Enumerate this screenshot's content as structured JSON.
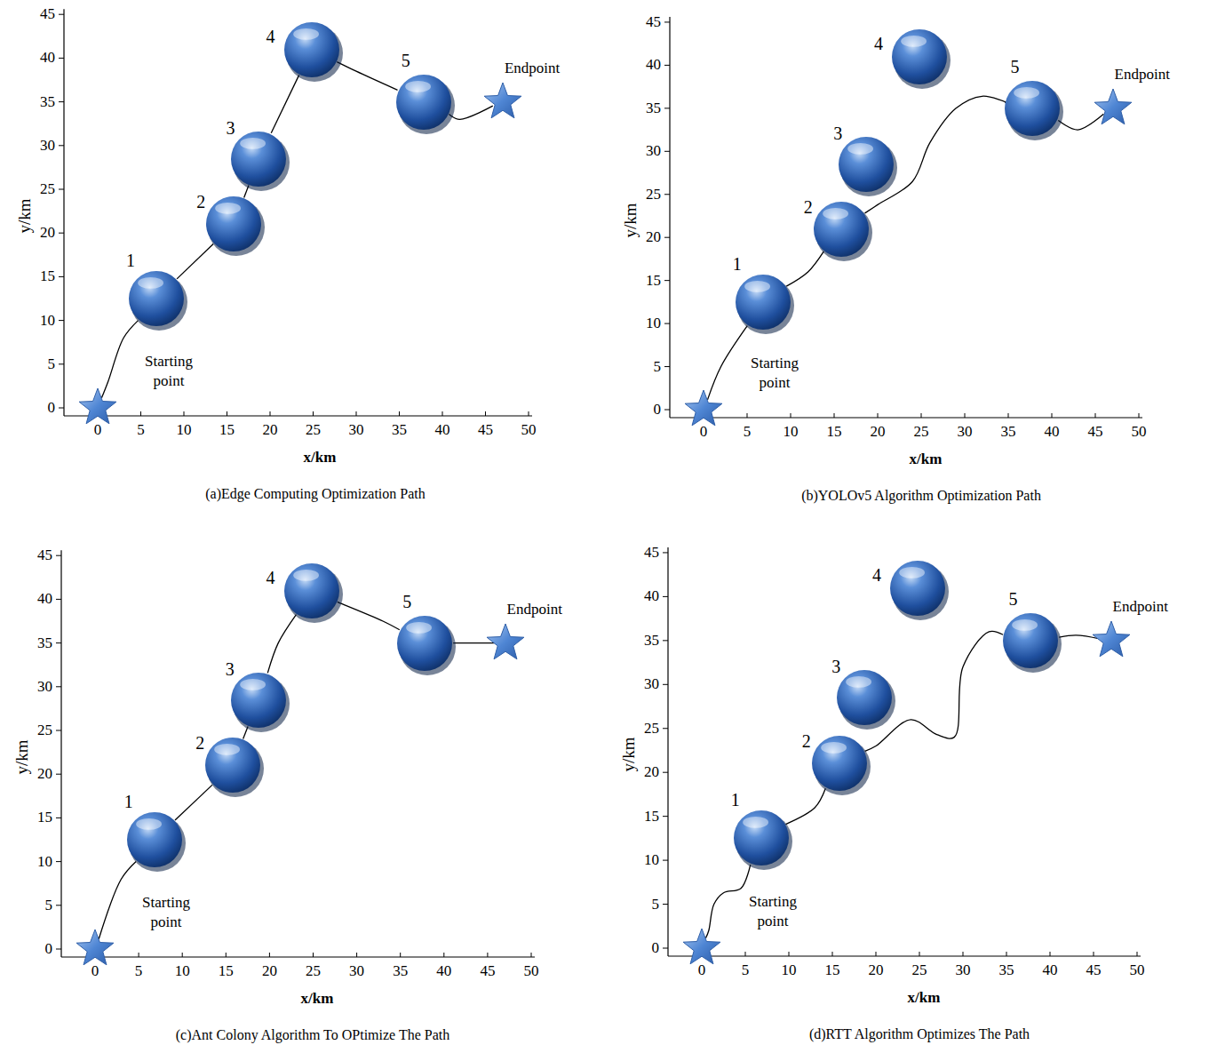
{
  "diagram": {
    "nodes": [
      {
        "text": [
          "Starting point"
        ]
      },
      {
        "text": [
          "1"
        ]
      },
      {
        "text": [
          "2"
        ]
      },
      {
        "text": [
          "3"
        ]
      },
      {
        "text": [
          "4"
        ]
      },
      {
        "text": [
          "5"
        ]
      },
      {
        "text": [
          "Endpoint"
        ]
      },
      {
        "text": [
          "Starting point"
        ]
      },
      {
        "text": [
          "1"
        ]
      },
      {
        "text": [
          "2"
        ]
      },
      {
        "text": [
          "3"
        ]
      },
      {
        "text": [
          "4"
        ]
      },
      {
        "text": [
          "5"
        ]
      },
      {
        "text": [
          "Endpoint"
        ]
      },
      {
        "text": [
          "Starting point"
        ]
      },
      {
        "text": [
          "1"
        ]
      },
      {
        "text": [
          "2"
        ]
      },
      {
        "text": [
          "3"
        ]
      },
      {
        "text": [
          "4"
        ]
      },
      {
        "text": [
          "5"
        ]
      },
      {
        "text": [
          "Endpoint"
        ]
      },
      {
        "text": [
          "Starting point"
        ]
      },
      {
        "text": [
          "1"
        ]
      },
      {
        "text": [
          "2"
        ]
      },
      {
        "text": [
          "3"
        ]
      },
      {
        "text": [
          "4"
        ]
      },
      {
        "text": [
          "5"
        ]
      },
      {
        "text": [
          "Endpoint"
        ]
      }
    ],
    "edges": [
      {
        "from": 0,
        "to": 1,
        "arrow": "none"
      },
      {
        "from": 1,
        "to": 2,
        "arrow": "none"
      },
      {
        "from": 2,
        "to": 3,
        "arrow": "none"
      },
      {
        "from": 3,
        "to": 4,
        "arrow": "none"
      },
      {
        "from": 4,
        "to": 5,
        "arrow": "none"
      },
      {
        "from": 5,
        "to": 6,
        "arrow": "none"
      },
      {
        "from": 7,
        "to": 8,
        "arrow": "none"
      },
      {
        "from": 8,
        "to": 9,
        "arrow": "none"
      },
      {
        "from": 9,
        "to": 12,
        "arrow": "none"
      },
      {
        "from": 12,
        "to": 13,
        "arrow": "none"
      },
      {
        "from": 14,
        "to": 15,
        "arrow": "none"
      },
      {
        "from": 15,
        "to": 16,
        "arrow": "none"
      },
      {
        "from": 16,
        "to": 17,
        "arrow": "none"
      },
      {
        "from": 17,
        "to": 18,
        "arrow": "none"
      },
      {
        "from": 18,
        "to": 19,
        "arrow": "none"
      },
      {
        "from": 19,
        "to": 20,
        "arrow": "none"
      },
      {
        "from": 21,
        "to": 22,
        "arrow": "none"
      },
      {
        "from": 22,
        "to": 23,
        "arrow": "none"
      },
      {
        "from": 23,
        "to": 26,
        "arrow": "none"
      },
      {
        "from": 26,
        "to": 27,
        "arrow": "none"
      }
    ],
    "labels": [
      "0",
      "5",
      "10",
      "15",
      "20",
      "25",
      "30",
      "35",
      "40",
      "45",
      "0",
      "5",
      "10",
      "15",
      "20",
      "25",
      "30",
      "35",
      "40",
      "45",
      "50",
      "y/km",
      "x/km",
      "(a)Edge Computing Optimization Path",
      "0",
      "5",
      "10",
      "15",
      "20",
      "25",
      "30",
      "35",
      "40",
      "45",
      "0",
      "5",
      "10",
      "15",
      "20",
      "25",
      "30",
      "35",
      "40",
      "45",
      "50",
      "y/km",
      "x/km",
      "(b)YOLOv5 Algorithm Optimization Path",
      "0",
      "5",
      "10",
      "15",
      "20",
      "25",
      "30",
      "35",
      "40",
      "45",
      "0",
      "5",
      "10",
      "15",
      "20",
      "25",
      "30",
      "35",
      "40",
      "45",
      "50",
      "y/km",
      "x/km",
      "(c)Ant Colony Algorithm To OPtimize The Path",
      "0",
      "5",
      "10",
      "15",
      "20",
      "25",
      "30",
      "35",
      "40",
      "45",
      "0",
      "5",
      "10",
      "15",
      "20",
      "25",
      "30",
      "35",
      "40",
      "45",
      "50",
      "y/km",
      "x/km",
      "(d)RTT Algorithm Optimizes The Path"
    ]
  }
}
